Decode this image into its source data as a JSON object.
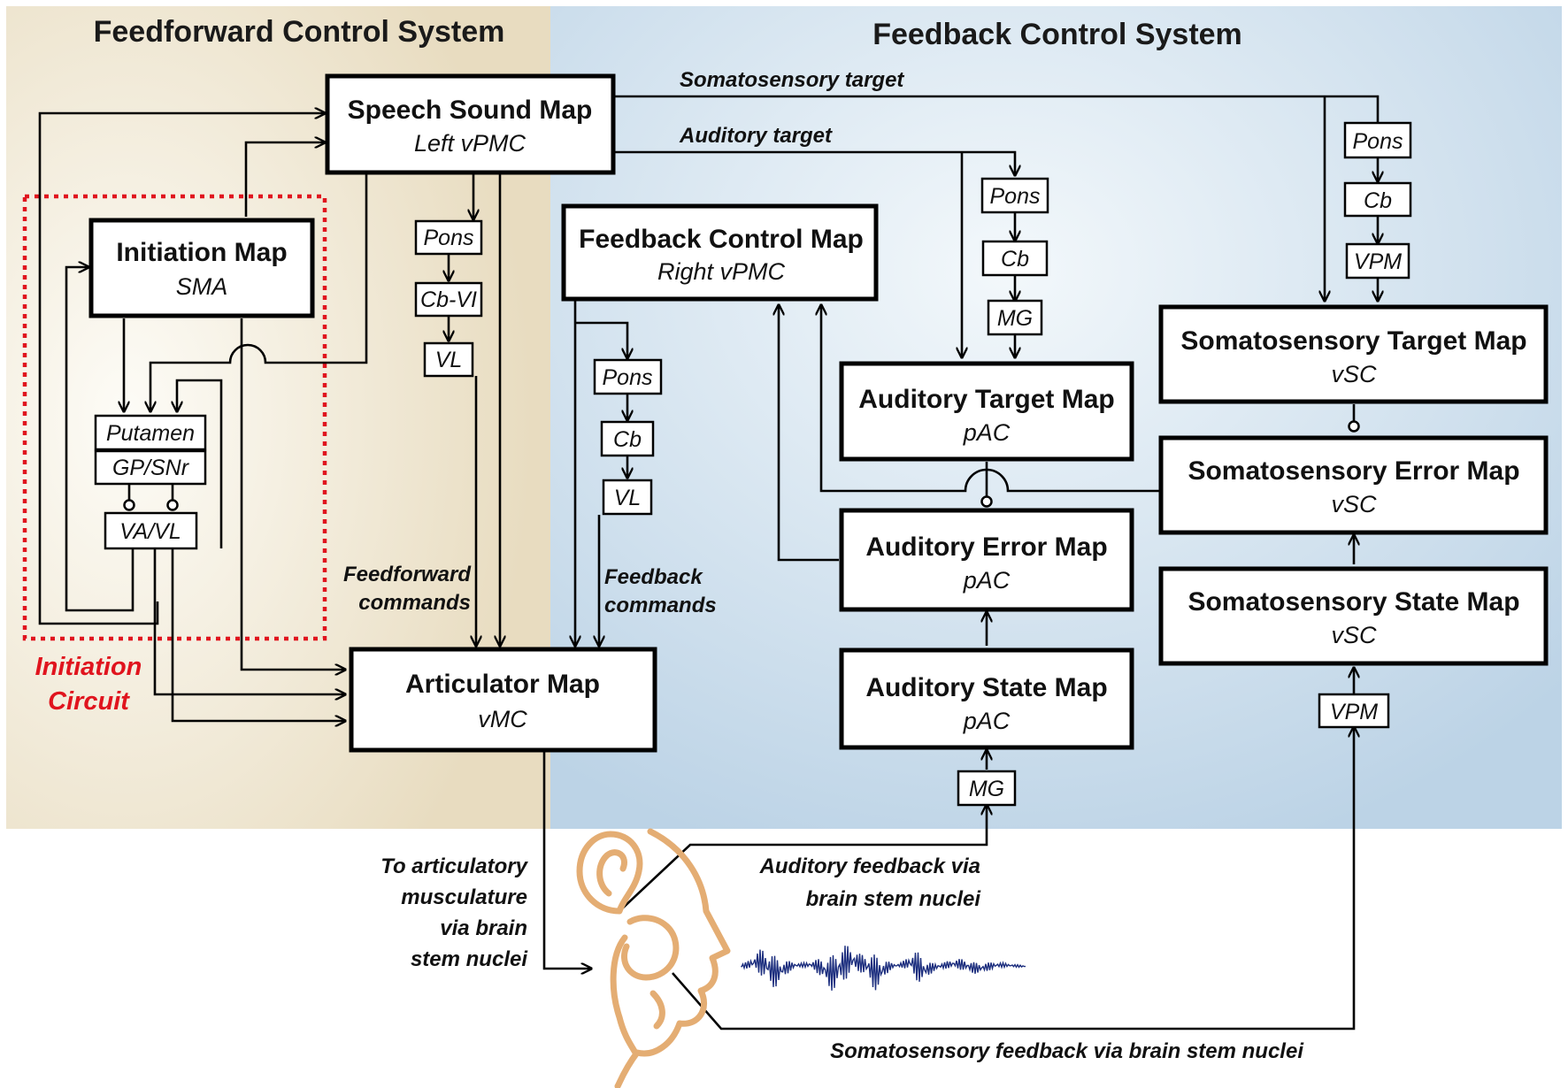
{
  "panels": {
    "feedforward_title": "Feedforward Control System",
    "feedback_title": "Feedback Control System"
  },
  "maps": {
    "speech_sound": {
      "name": "Speech Sound Map",
      "area": "Left vPMC"
    },
    "initiation": {
      "name": "Initiation Map",
      "area": "SMA"
    },
    "feedback_control": {
      "name": "Feedback Control Map",
      "area": "Right vPMC"
    },
    "articulator": {
      "name": "Articulator Map",
      "area": "vMC"
    },
    "auditory_target": {
      "name": "Auditory Target Map",
      "area": "pAC"
    },
    "auditory_error": {
      "name": "Auditory Error Map",
      "area": "pAC"
    },
    "auditory_state": {
      "name": "Auditory State Map",
      "area": "pAC"
    },
    "somato_target": {
      "name": "Somatosensory Target Map",
      "area": "vSC"
    },
    "somato_error": {
      "name": "Somatosensory Error Map",
      "area": "vSC"
    },
    "somato_state": {
      "name": "Somatosensory State Map",
      "area": "vSC"
    }
  },
  "nodes": {
    "putamen": "Putamen",
    "gp_snr": "GP/SNr",
    "va_vl": "VA/VL",
    "pons_ff": "Pons",
    "cb_vi": "Cb-VI",
    "vl_ff": "VL",
    "pons_fb": "Pons",
    "cb_fb": "Cb",
    "vl_fb": "VL",
    "pons_aud": "Pons",
    "cb_aud": "Cb",
    "mg_aud": "MG",
    "pons_som": "Pons",
    "cb_som": "Cb",
    "vpm_som": "VPM",
    "mg_in": "MG",
    "vpm_in": "VPM"
  },
  "annotations": {
    "somato_target_label": "Somatosensory target",
    "auditory_target_label": "Auditory target",
    "ff_commands": [
      "Feedforward",
      "commands"
    ],
    "fb_commands": [
      "Feedback",
      "commands"
    ],
    "initiation_circuit": [
      "Initiation",
      "Circuit"
    ],
    "to_articulatory": [
      "To articulatory",
      "musculature",
      "via brain",
      "stem nuclei"
    ],
    "auditory_feedback": [
      "Auditory feedback via",
      "brain stem nuclei"
    ],
    "somato_feedback": "Somatosensory feedback via brain stem nuclei"
  },
  "colors": {
    "feedforward_bg": "#ede3cb",
    "feedback_bg": "#c6dbea",
    "initiation_circuit": "#e0141e",
    "waveform": "#1c2e7e",
    "head_outline": "#e4ad73"
  }
}
